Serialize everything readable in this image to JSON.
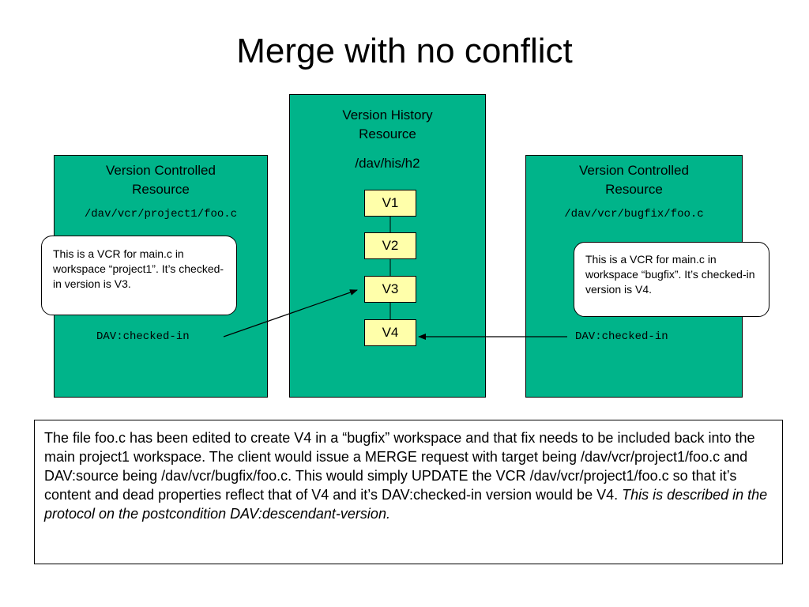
{
  "title": "Merge with no conflict",
  "left_vcr": {
    "title_line1": "Version Controlled",
    "title_line2": "Resource",
    "path": "/dav/vcr/project1/foo.c",
    "checked_in": "DAV:checked-in",
    "note": "This is a VCR for main.c in workspace “project1”.  It’s checked-in version is V3."
  },
  "version_history": {
    "title_line1": "Version History",
    "title_line2": "Resource",
    "path": "/dav/his/h2",
    "versions": [
      "V1",
      "V2",
      "V3",
      "V4"
    ]
  },
  "right_vcr": {
    "title_line1": "Version Controlled",
    "title_line2": "Resource",
    "path": "/dav/vcr/bugfix/foo.c",
    "checked_in": "DAV:checked-in",
    "note": "This is a VCR for main.c in workspace “bugfix”.  It’s checked-in version is V4."
  },
  "description": {
    "text": "The file foo.c has been edited to create V4 in a “bugfix” workspace and that fix needs to be included back into the main project1 workspace.   The client would issue a MERGE request with target being /dav/vcr/project1/foo.c and DAV:source being /dav/vcr/bugfix/foo.c.  This would simply UPDATE the VCR /dav/vcr/project1/foo.c so that it’s content and dead properties reflect that of V4 and it’s DAV:checked-in version would be V4.  ",
    "italic": "This is described in the protocol on the postcondition DAV:descendant-version."
  },
  "colors": {
    "panel": "#00b48a",
    "version_box": "#ffffaa",
    "note_bg": "#ffffff"
  }
}
